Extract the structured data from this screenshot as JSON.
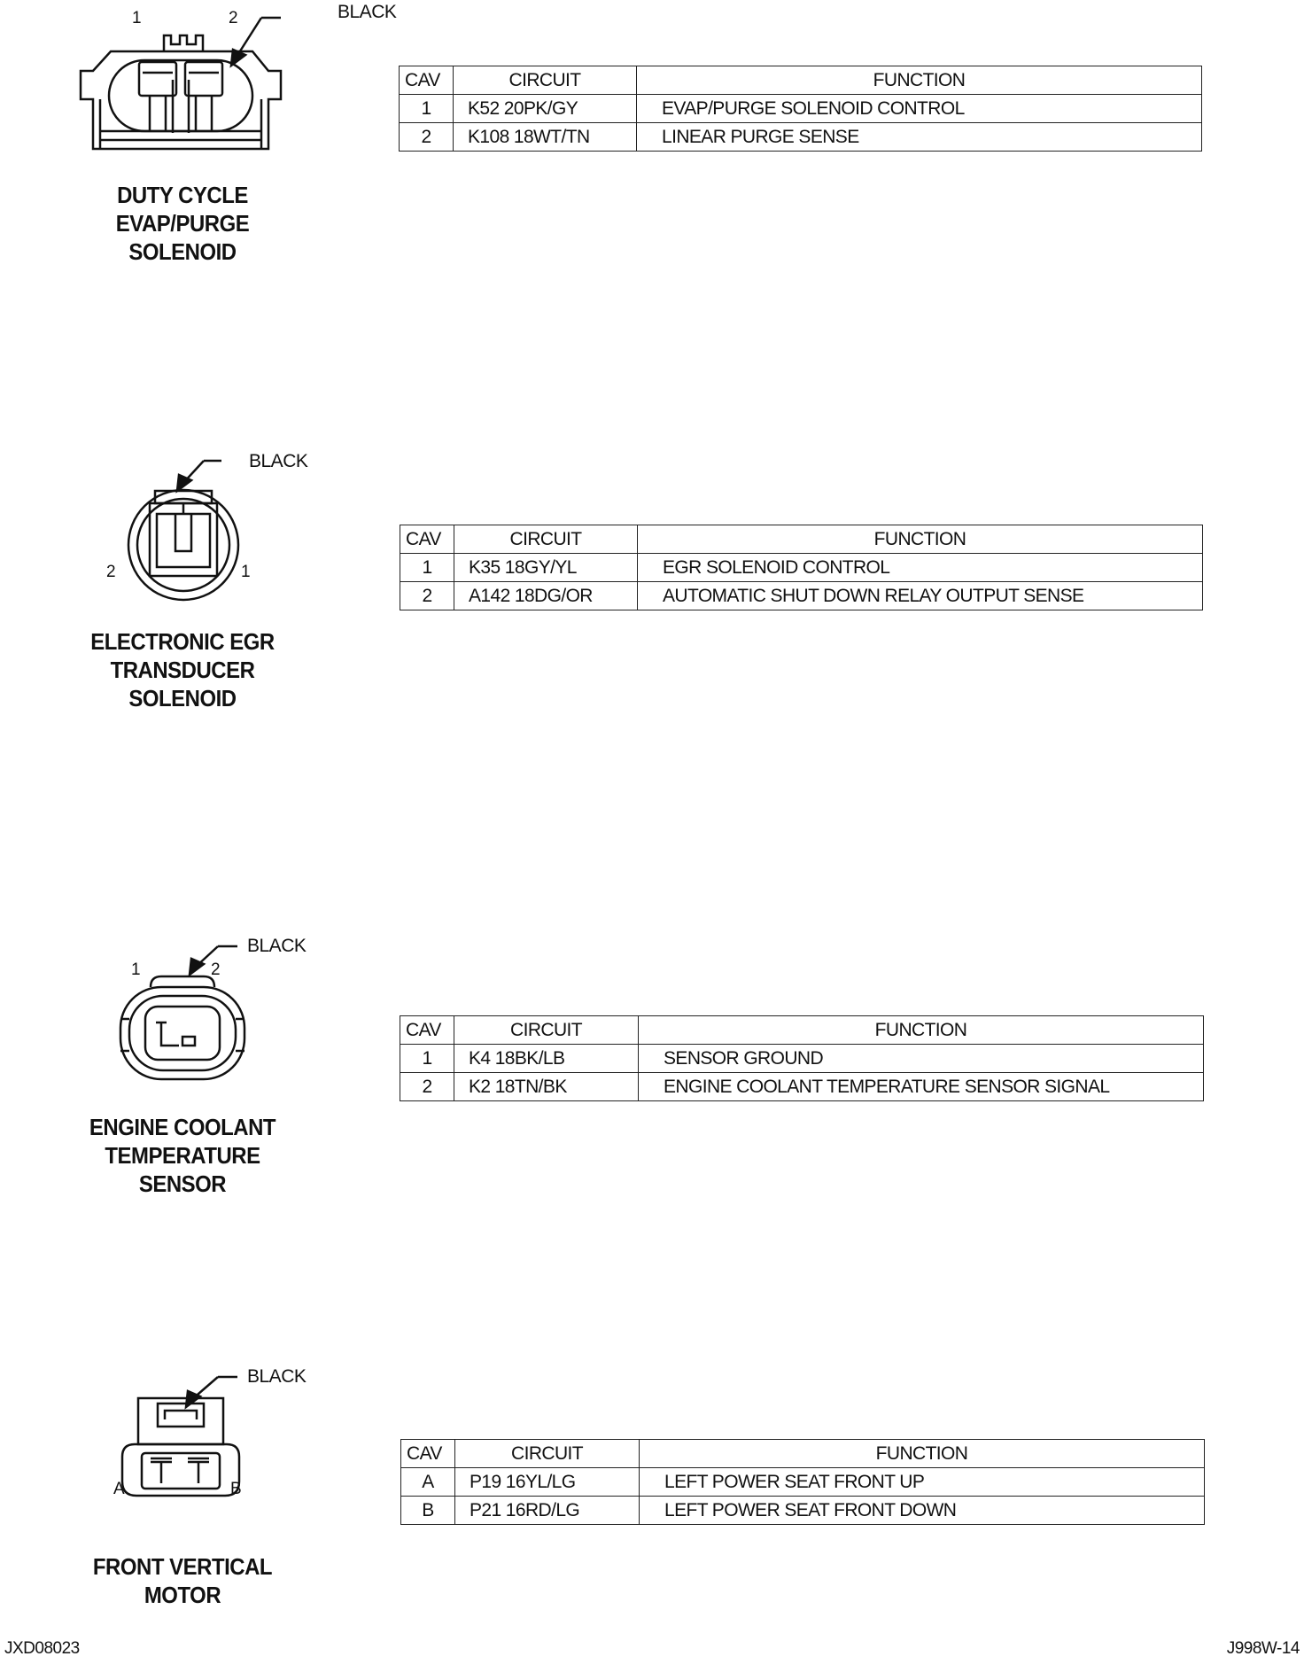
{
  "table_headers": {
    "cav": "CAV",
    "circuit": "CIRCUIT",
    "function": "FUNCTION"
  },
  "connectors": [
    {
      "title_lines": [
        "DUTY CYCLE",
        "EVAP/PURGE",
        "SOLENOID"
      ],
      "color": "BLACK",
      "pin_labels": [
        "1",
        "2"
      ],
      "rows": [
        {
          "cav": "1",
          "circuit": "K52 20PK/GY",
          "function": "EVAP/PURGE SOLENOID CONTROL"
        },
        {
          "cav": "2",
          "circuit": "K108 18WT/TN",
          "function": "LINEAR PURGE SENSE"
        }
      ]
    },
    {
      "title_lines": [
        "ELECTRONIC EGR",
        "TRANSDUCER",
        "SOLENOID"
      ],
      "color": "BLACK",
      "pin_labels": [
        "2",
        "1"
      ],
      "rows": [
        {
          "cav": "1",
          "circuit": "K35 18GY/YL",
          "function": "EGR SOLENOID CONTROL"
        },
        {
          "cav": "2",
          "circuit": "A142 18DG/OR",
          "function": "AUTOMATIC SHUT DOWN RELAY OUTPUT SENSE"
        }
      ]
    },
    {
      "title_lines": [
        "ENGINE COOLANT",
        "TEMPERATURE",
        "SENSOR"
      ],
      "color": "BLACK",
      "pin_labels": [
        "1",
        "2"
      ],
      "rows": [
        {
          "cav": "1",
          "circuit": "K4 18BK/LB",
          "function": "SENSOR GROUND"
        },
        {
          "cav": "2",
          "circuit": "K2 18TN/BK",
          "function": "ENGINE COOLANT TEMPERATURE SENSOR SIGNAL"
        }
      ]
    },
    {
      "title_lines": [
        "FRONT VERTICAL",
        "MOTOR"
      ],
      "color": "BLACK",
      "pin_labels": [
        "A",
        "B"
      ],
      "rows": [
        {
          "cav": "A",
          "circuit": "P19 16YL/LG",
          "function": "LEFT POWER SEAT FRONT UP"
        },
        {
          "cav": "B",
          "circuit": "P21 16RD/LG",
          "function": "LEFT POWER SEAT FRONT DOWN"
        }
      ]
    }
  ],
  "footer": {
    "left_code": "JXD08023",
    "right_code": "J998W-14"
  }
}
